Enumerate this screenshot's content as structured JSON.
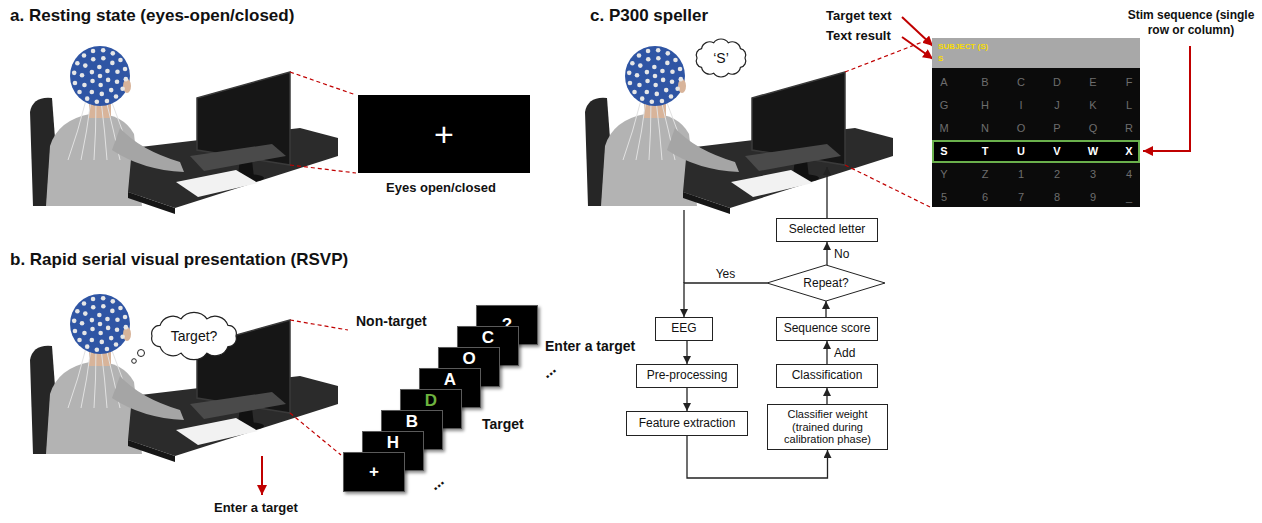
{
  "diagram": {
    "nodes": [
      {
        "text": [
          "+"
        ]
      },
      {
        "text": [
          "Target?"
        ]
      },
      {
        "text": [
          "+"
        ]
      },
      {
        "text": [
          "H"
        ]
      },
      {
        "text": [
          "B"
        ]
      },
      {
        "text": [
          "D"
        ]
      },
      {
        "text": [
          "A"
        ]
      },
      {
        "text": [
          "O"
        ]
      },
      {
        "text": [
          "C"
        ]
      },
      {
        "text": [
          "?"
        ]
      },
      {
        "text": [
          "‘S’"
        ]
      },
      {
        "text": [
          "SUBJECT (S)",
          "S"
        ]
      },
      {
        "text": [
          "S",
          "T",
          "U",
          "V",
          "W",
          "X"
        ]
      },
      {
        "text": [
          "EEG"
        ]
      },
      {
        "text": [
          "Pre-processing"
        ]
      },
      {
        "text": [
          "Feature extraction"
        ]
      },
      {
        "text": [
          "Classifier weight (trained during calibration phase)"
        ]
      },
      {
        "text": [
          "Classification"
        ]
      },
      {
        "text": [
          "Sequence score"
        ]
      },
      {
        "text": [
          "Repeat?"
        ]
      },
      {
        "text": [
          "Selected letter"
        ]
      }
    ],
    "edges": [
      {
        "from": 13,
        "to": 14,
        "arrow": "to"
      },
      {
        "from": 14,
        "to": 15,
        "arrow": "to"
      },
      {
        "from": 15,
        "to": 16,
        "arrow": "to"
      },
      {
        "from": 16,
        "to": 17,
        "arrow": "to"
      },
      {
        "from": 17,
        "to": 18,
        "arrow": "to",
        "label": "Add"
      },
      {
        "from": 18,
        "to": 19,
        "arrow": "to"
      },
      {
        "from": 19,
        "to": 20,
        "arrow": "to",
        "label": "No"
      },
      {
        "from": 19,
        "to": 13,
        "arrow": "to",
        "label": "Yes"
      }
    ],
    "labels": [
      "a. Resting state (eyes-open/closed)",
      "Eyes open/closed",
      "b. Rapid serial visual presentation (RSVP)",
      "Non-target",
      "Enter a target",
      "...",
      "Target",
      "...",
      "Enter a target",
      "c. P300 speller",
      "Target text",
      "Text result",
      "Stim sequence (single row or column)",
      "A",
      "B",
      "C",
      "D",
      "E",
      "F",
      "G",
      "H",
      "I",
      "J",
      "K",
      "L",
      "M",
      "N",
      "O",
      "P",
      "Q",
      "R",
      "Y",
      "Z",
      "1",
      "2",
      "3",
      "4",
      "5",
      "6",
      "7",
      "8",
      "9",
      "_"
    ]
  }
}
